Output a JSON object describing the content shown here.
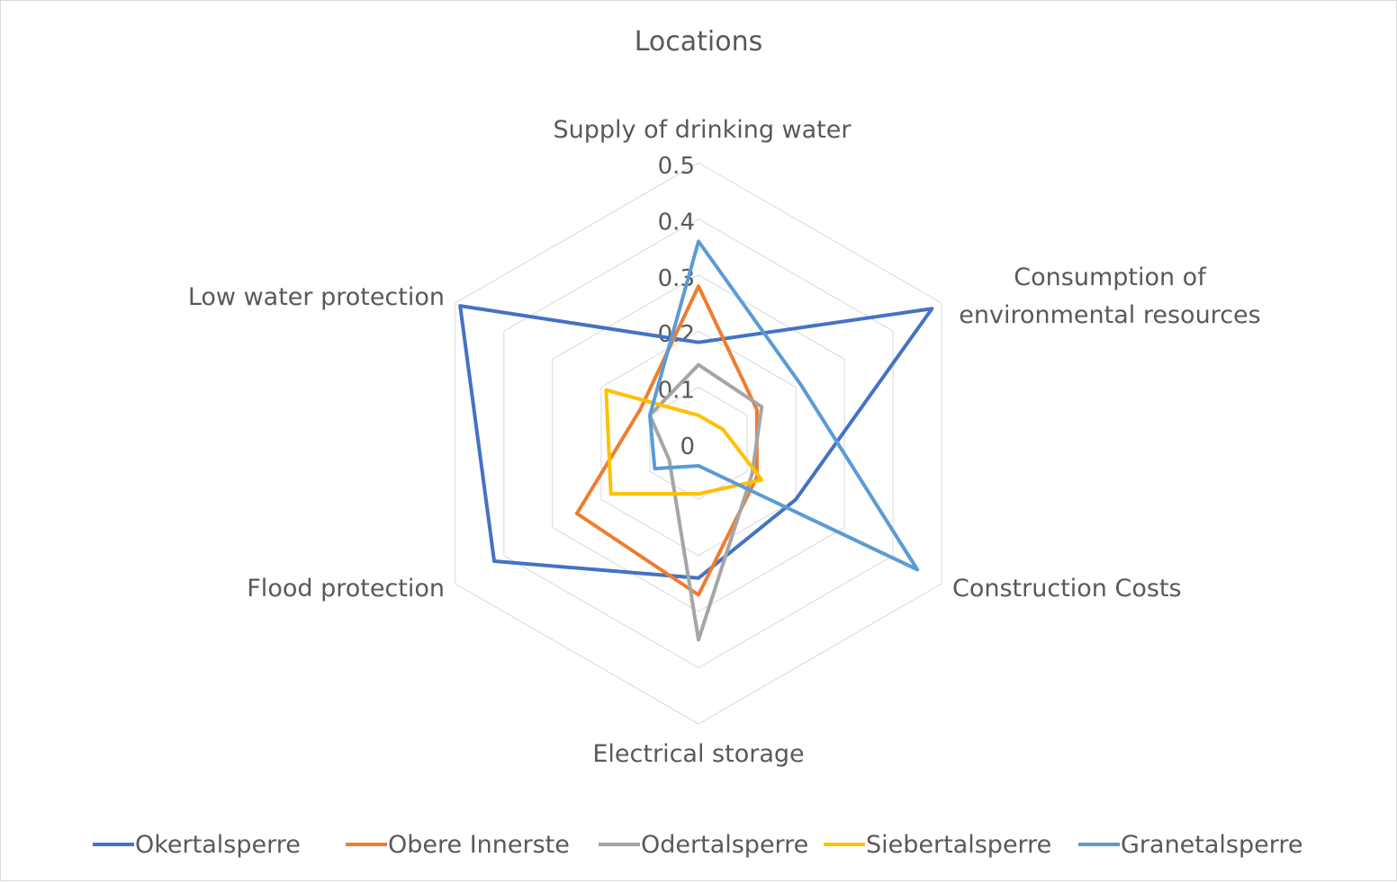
{
  "chart_data": {
    "type": "radar",
    "title": "Locations",
    "axes": [
      "Supply of drinking water",
      "Consumption of environmental resources",
      "Construction Costs",
      "Electrical storage",
      "Flood protection",
      "Low water protection"
    ],
    "rlim": [
      0,
      0.5
    ],
    "ticks": [
      "0",
      "0.1",
      "0.2",
      "0.3",
      "0.4",
      "0.5"
    ],
    "tick_values": [
      0,
      0.1,
      0.2,
      0.3,
      0.4,
      0.5
    ],
    "grid": true,
    "legend_position": "bottom",
    "series": [
      {
        "name": "Okertalsperre",
        "color": "#4472C4",
        "values": [
          0.18,
          0.48,
          0.2,
          0.24,
          0.42,
          0.49
        ]
      },
      {
        "name": "Obere Innerste",
        "color": "#ED7D31",
        "values": [
          0.28,
          0.12,
          0.12,
          0.27,
          0.25,
          0.12
        ]
      },
      {
        "name": "Odertalsperre",
        "color": "#A5A5A5",
        "values": [
          0.14,
          0.13,
          0.11,
          0.35,
          0.06,
          0.1
        ]
      },
      {
        "name": "Siebertalsperre",
        "color": "#FFC000",
        "values": [
          0.05,
          0.05,
          0.13,
          0.09,
          0.18,
          0.19
        ]
      },
      {
        "name": "Granetalsperre",
        "color": "#5B9BD5",
        "values": [
          0.36,
          0.21,
          0.45,
          0.04,
          0.09,
          0.1
        ]
      }
    ]
  }
}
